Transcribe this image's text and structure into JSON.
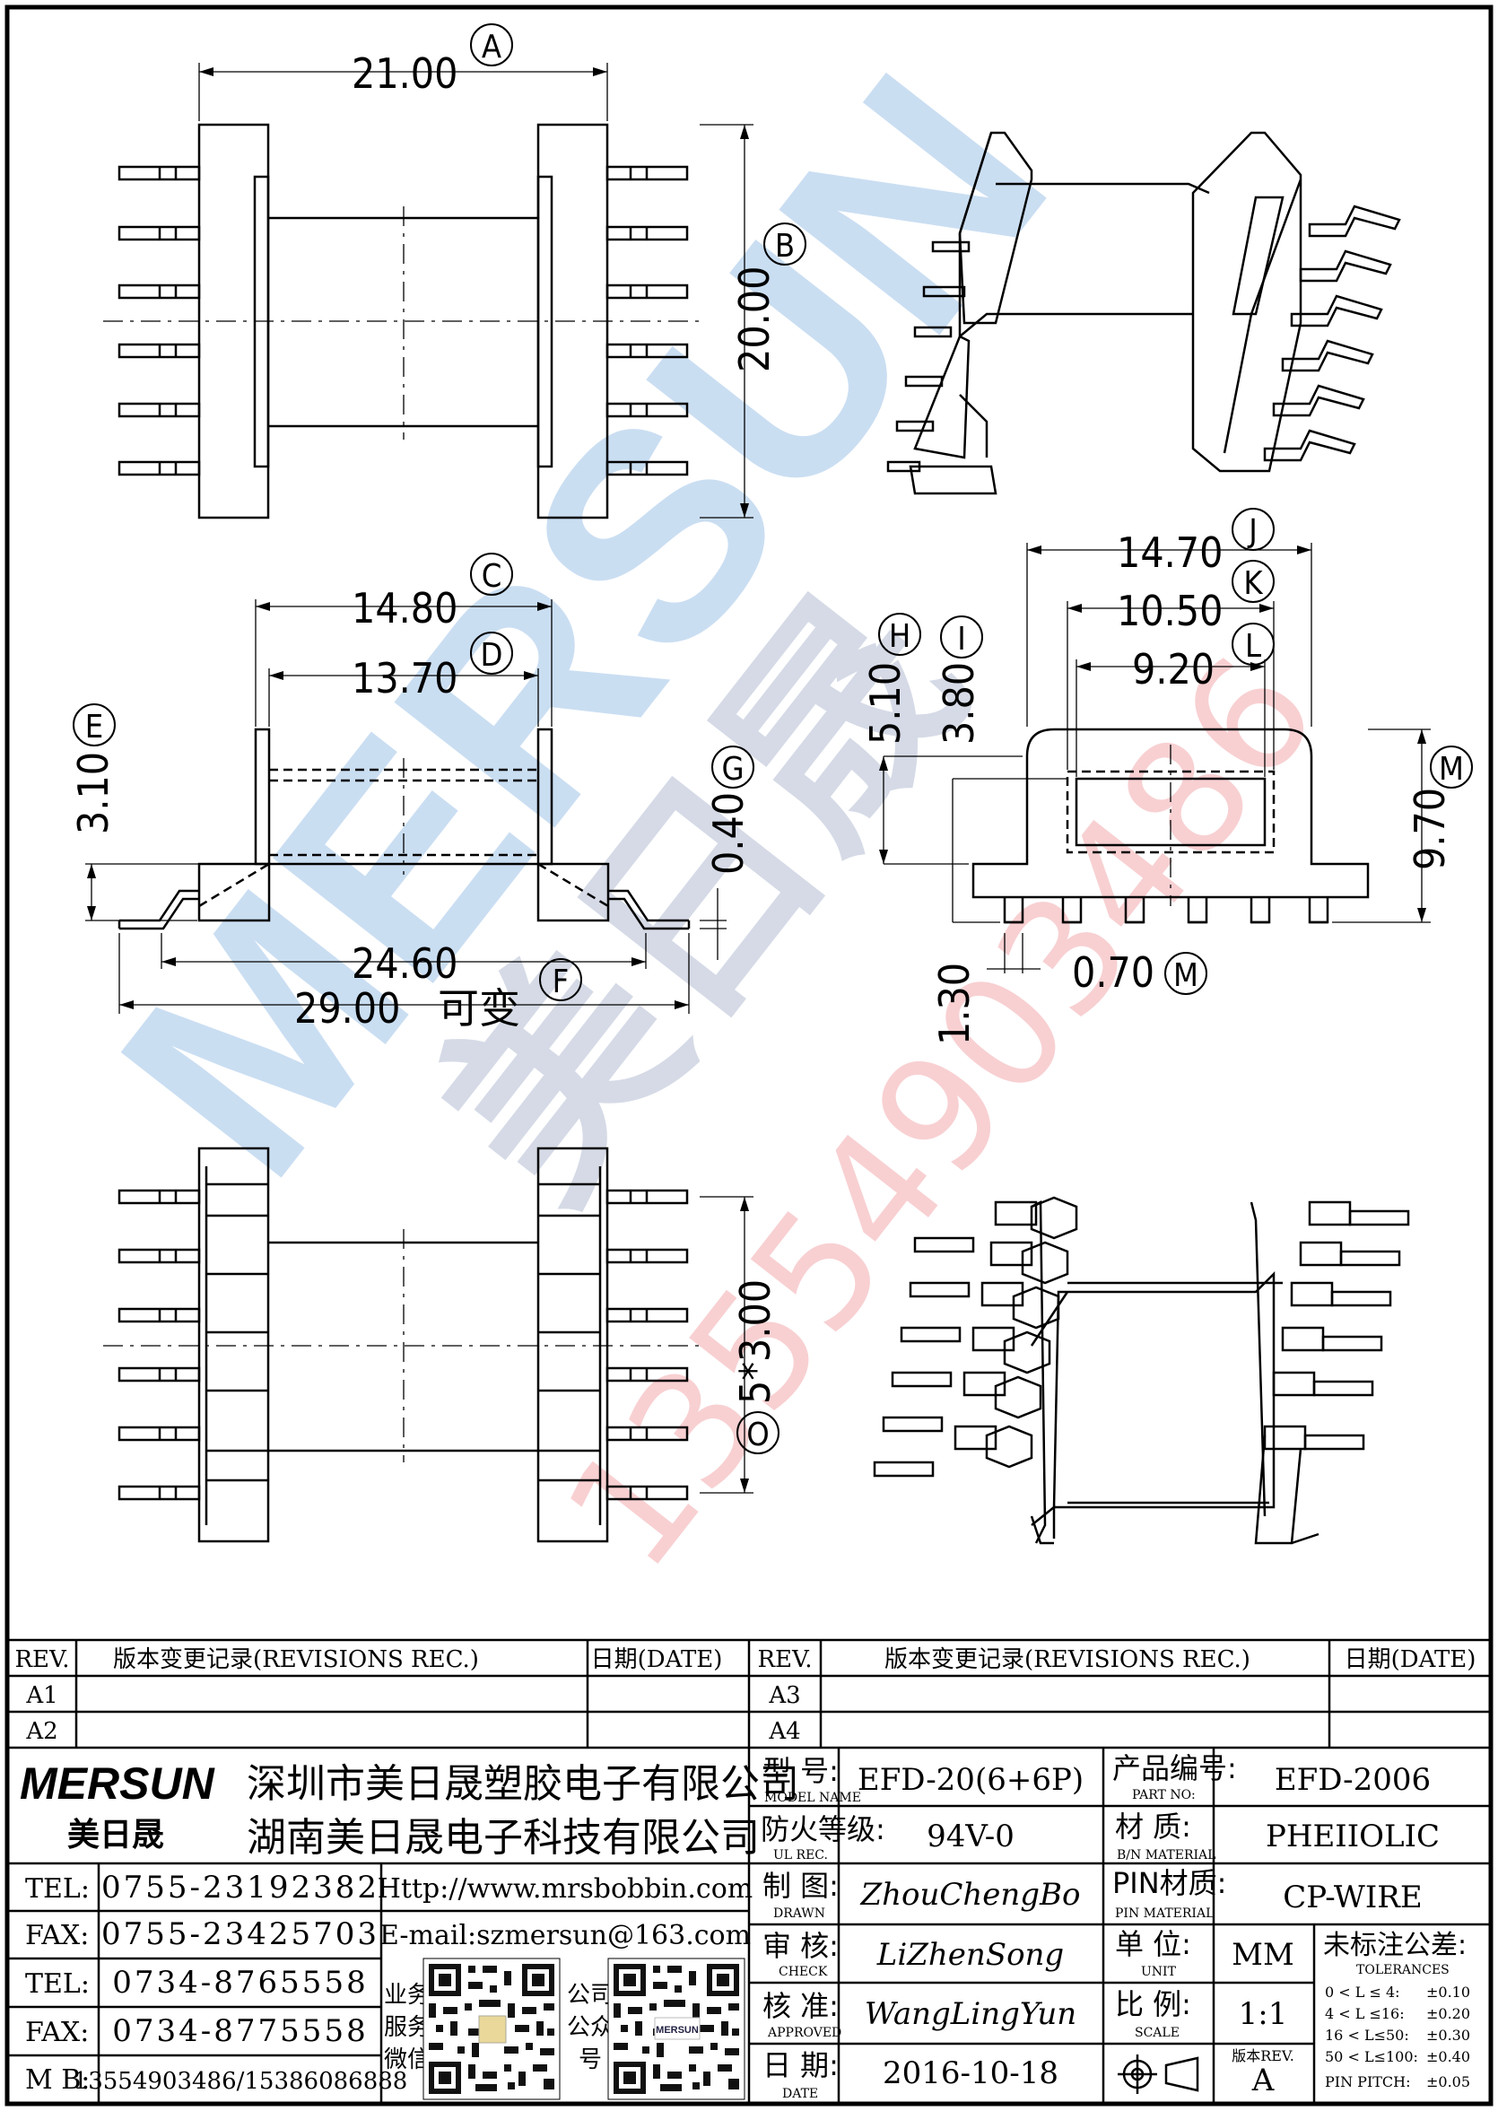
{
  "drawing": {
    "dimensions": {
      "A": "21.00",
      "B": "20.00",
      "C": "14.80",
      "D": "13.70",
      "E": "3.10",
      "G": "0.40",
      "F_inner": "24.60",
      "F_outer": "29.00",
      "F_note": "可变",
      "H": "5.10",
      "I": "3.80",
      "J": "14.70",
      "K": "10.50",
      "L": "9.20",
      "M_height": "9.70",
      "pin_width": "0.70",
      "pin_len": "1.30",
      "pitch": "5*3.00"
    },
    "balloons": [
      "A",
      "B",
      "C",
      "D",
      "E",
      "F",
      "G",
      "H",
      "I",
      "J",
      "K",
      "L",
      "M",
      "M",
      "O"
    ]
  },
  "watermark": {
    "brand": "MERSUN",
    "cn": "美日晟",
    "phone": "13554903486",
    "brand_color": "#9fc3e8",
    "cn_color": "#c8cfdf",
    "phone_color": "#f2b3b6"
  },
  "revisions": {
    "left": {
      "headers": [
        "REV.",
        "版本变更记录(REVISIONS REC.)",
        "日期(DATE)"
      ],
      "rows": [
        "A1",
        "A2"
      ]
    },
    "right": {
      "headers": [
        "REV.",
        "版本变更记录(REVISIONS REC.)",
        "日期(DATE)"
      ],
      "rows": [
        "A3",
        "A4"
      ]
    }
  },
  "company": {
    "logo_text": "MERSUN",
    "logo_cn": "美日晟",
    "name1": "深圳市美日晟塑胶电子有限公司",
    "name2": "湖南美日晟电子科技有限公司",
    "contacts": [
      {
        "label": "TEL:",
        "value": "0755-23192382"
      },
      {
        "label": "FAX:",
        "value": "0755-23425703"
      },
      {
        "label": "TEL:",
        "value": "0734-8765558"
      },
      {
        "label": "FAX:",
        "value": "0734-8775558"
      },
      {
        "label": "M B:",
        "value": "13554903486/15386086888"
      }
    ],
    "web": "Http://www.mrsbobbin.com",
    "email": "E-mail:szmersun@163.com",
    "qr1_label": "业务服务微信",
    "qr2_label": "公司公众号",
    "qr2_logo": "MERSUN"
  },
  "spec": {
    "model_label": "型 号:",
    "model_en": "MODEL NAME",
    "model": "EFD-20(6+6P)",
    "part_label": "产品编号:",
    "part_en": "PART NO:",
    "part": "EFD-2006",
    "ul_label": "防火等级:",
    "ul_en": "UL REC.",
    "ul": "94V-0",
    "mat_label": "材 质:",
    "mat_en": "B/N MATERIAL",
    "mat": "PHEIIOLIC",
    "drawn_label": "制 图:",
    "drawn_en": "DRAWN",
    "drawn": "ZhouChengBo",
    "pinmat_label": "PIN材质:",
    "pinmat_en": "PIN MATERIAL",
    "pinmat": "CP-WIRE",
    "check_label": "审 核:",
    "check_en": "CHECK",
    "check": "LiZhenSong",
    "unit_label": "单 位:",
    "unit_en": "UNIT",
    "unit": "MM",
    "tol_label": "未标注公差:",
    "tol_en": "TOLERANCES",
    "approved_label": "核 准:",
    "approved_en": "APPROVED",
    "approved": "WangLingYun",
    "scale_label": "比 例:",
    "scale_en": "SCALE",
    "scale": "1:1",
    "date_label": "日 期:",
    "date_en": "DATE",
    "date": "2016-10-18",
    "rev_label": "版本REV.",
    "rev": "A",
    "tolerances": [
      {
        "range": "0 < L ≤  4:",
        "tol": "±0.10"
      },
      {
        "range": "4 < L ≤16:",
        "tol": "±0.20"
      },
      {
        "range": "16 < L≤50:",
        "tol": "±0.30"
      },
      {
        "range": "50 < L≤100:",
        "tol": "±0.40"
      },
      {
        "range": "PIN PITCH:",
        "tol": "±0.05"
      }
    ]
  }
}
